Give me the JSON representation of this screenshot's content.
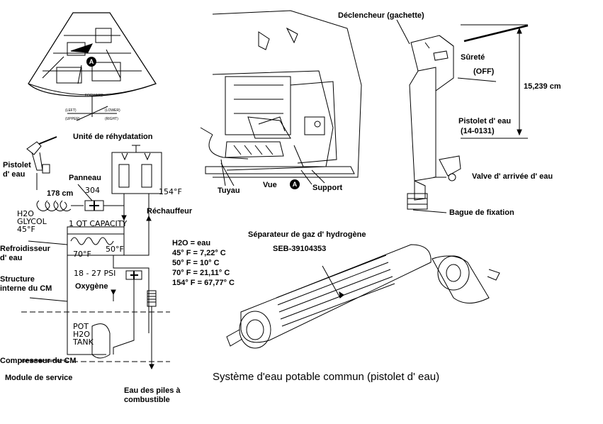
{
  "title": "Système d'eau potable commun (pistolet d' eau)",
  "labels": {
    "rehydration_unit": "Unité de réhydatation",
    "water_gun": "Pistolet\nd' eau",
    "panel": "Panneau",
    "panel_number": "304",
    "length": "178 cm",
    "temp_154": "154°F",
    "heater": "Réchauffeur",
    "h2o_glycol": "H2O\nGLYCOL\n45°F",
    "qt_capacity": "1 QT CAPACITY",
    "cooler": "Refroidisseur\nd' eau",
    "temp_70": "70°F",
    "temp_50": "50°F",
    "structure": "Structure\ninterne du CM",
    "psi": "18 - 27 PSI",
    "oxygen": "Oxygène",
    "pot_tank": "POT\nH2O\nTANK",
    "cm_compressor": "Compresseur du CM",
    "service_module": "Module de service",
    "fuel_cell_water": "Eau des piles à\ncombustible",
    "hose": "Tuyau",
    "view": "Vue",
    "support": "Support",
    "trigger": "Déclencheur (gachette)",
    "safety": "Sûreté",
    "safety_state": "(OFF)",
    "length_2": "15,239 cm",
    "water_pistol": "Pistolet d' eau",
    "water_pistol_pn": "(14-0131)",
    "inlet_valve": "Valve d' arrivée d' eau",
    "mounting_ring": "Bague de fixation",
    "h2_separator": "Séparateur de gaz d' hydrogène",
    "separator_pn": "SEB-39104353",
    "forward": "FORWARD",
    "left": "(LEFT)",
    "lower": "(LOWER)",
    "upper": "(UPPER)",
    "right": "(RIGHT)",
    "marker": "A"
  },
  "conversions": [
    "H2O = eau",
    "45° F = 7,22° C",
    "50° F = 10° C",
    "70° F = 21,11° C",
    "154° F = 67,77° C"
  ]
}
